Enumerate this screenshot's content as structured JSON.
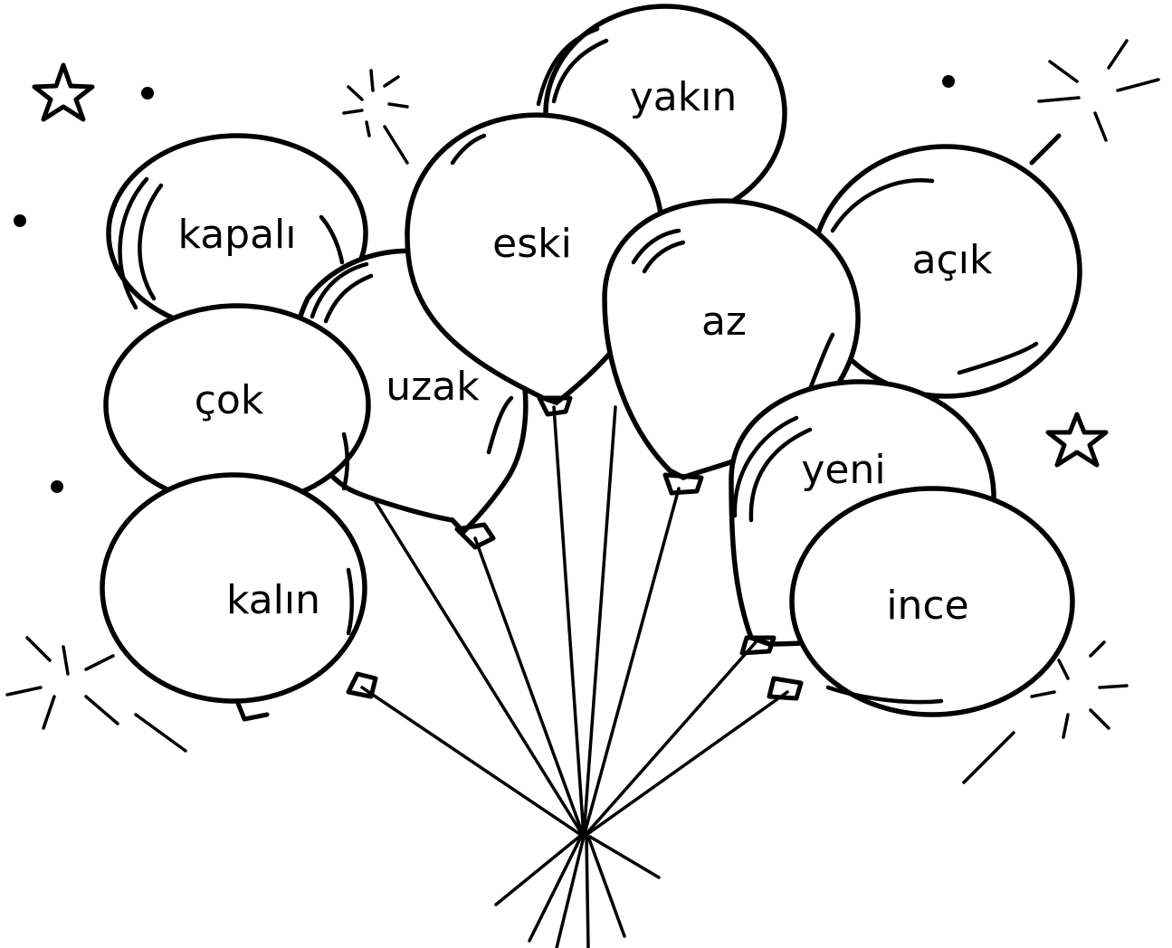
{
  "balloons": [
    {
      "id": "yakin",
      "label": "yakın"
    },
    {
      "id": "kapali",
      "label": "kapalı"
    },
    {
      "id": "eski",
      "label": "eski"
    },
    {
      "id": "acik",
      "label": "açık"
    },
    {
      "id": "uzak",
      "label": "uzak"
    },
    {
      "id": "az",
      "label": "az"
    },
    {
      "id": "cok",
      "label": "çok"
    },
    {
      "id": "yeni",
      "label": "yeni"
    },
    {
      "id": "kalin",
      "label": "kalın"
    },
    {
      "id": "ince",
      "label": "ince"
    }
  ],
  "colors": {
    "ink": "#000000",
    "paper": "#ffffff"
  },
  "decorations": [
    "star-icon",
    "sparkle-icon",
    "dot-icon"
  ]
}
